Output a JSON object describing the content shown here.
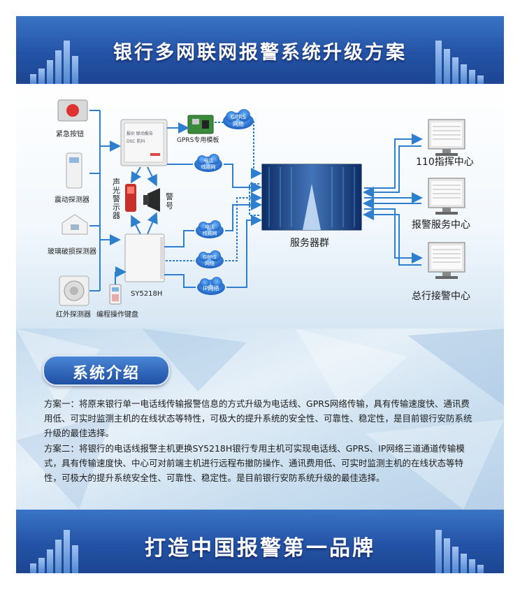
{
  "header": {
    "title": "银行多网联网报警系统升级方案"
  },
  "footer": {
    "slogan": "打造中国报警第一品牌"
  },
  "diagram": {
    "devices": {
      "panic_button": "紧急按钮",
      "vibration_detector": "震动探测器",
      "glass_break_detector": "玻璃破损探测器",
      "infrared_detector": "红外探测器",
      "keypad": "编程操作键盘"
    },
    "panel_text": {
      "line1": "报价  联动报告",
      "line2": "DSC      防抖"
    },
    "gprs_module": "GPRS专用模板",
    "cloud_gprs_top": {
      "a": "GPRS",
      "b": "网络"
    },
    "cloud_phone_top": {
      "a": "电话",
      "b": "线路网"
    },
    "cloud_phone_bottom": {
      "a": "电话",
      "b": "线路网"
    },
    "cloud_gprs_bottom": {
      "a": "GPRS",
      "b": "网络"
    },
    "cloud_ip": "IP网络",
    "siren_light": "声光警示器",
    "horn": "警号",
    "host": "SY5218H",
    "server": "服务器群",
    "centers": [
      "110指挥中心",
      "报警服务中心",
      "总行接警中心"
    ]
  },
  "intro": {
    "title": "系统介绍",
    "plan1": "方案一：将原来银行单一电话线传输报警信息的方式升级为电话线、GPRS网络传输，具有传输速度快、通讯费用低、可实时监测主机的在线状态等特性，可极大的提升系统的安全性、可靠性、稳定性，是目前银行安防系统升级的最佳选择。",
    "plan2": "方案二：将银行的电话线报警主机更换SY5218H银行专用主机可实现电话线、GPRS、IP网络三道通道传输模式，具有传输速度快、中心可对前端主机进行远程布撤防操作、通讯费用低、可实时监测主机的在线状态等特性，可极大的提升系统安全性、可靠性、稳定性。是目前银行安防系统升级的最佳选择。"
  },
  "colors": {
    "band": "#2453a6",
    "arrow": "#2f7fcf",
    "text": "#1c1c1c"
  }
}
